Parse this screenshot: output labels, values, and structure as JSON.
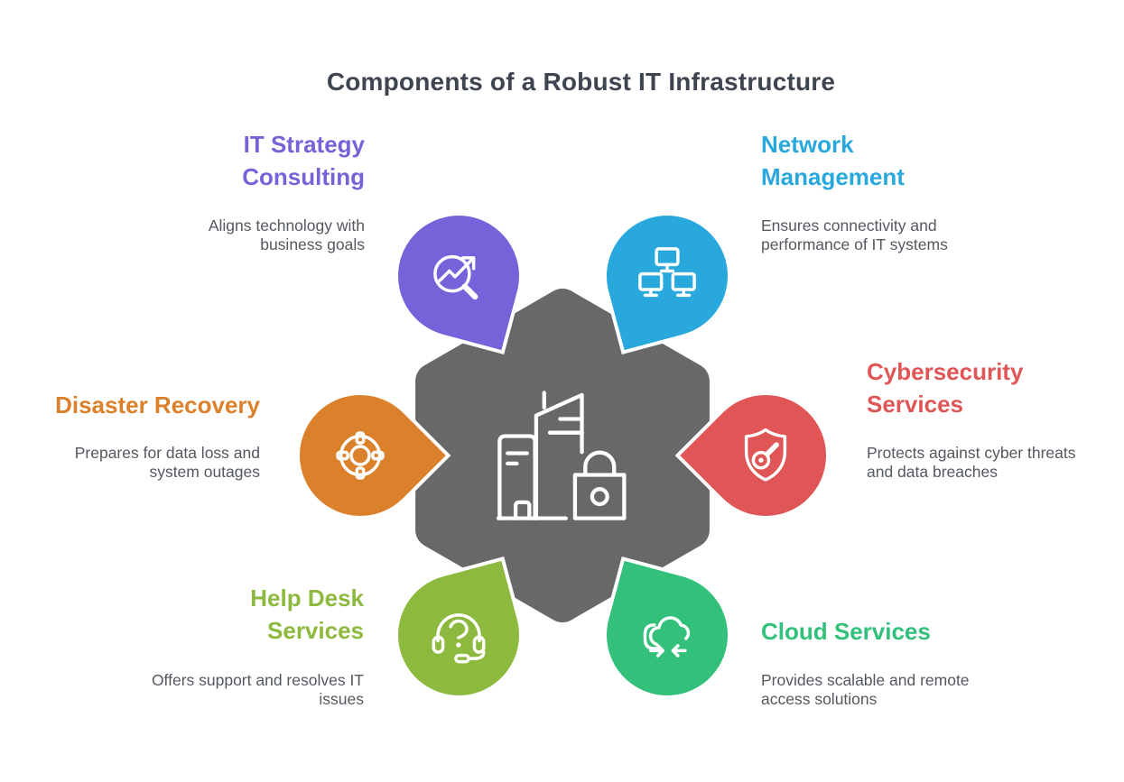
{
  "title": "Components of a Robust IT Infrastructure",
  "title_color": "#3F4550",
  "description_color": "#54585F",
  "center": {
    "icon": "city-lock-icon",
    "color": "#686868"
  },
  "items": [
    {
      "key": "it-strategy-consulting",
      "heading": "IT Strategy\nConsulting",
      "description": "Aligns technology with\nbusiness goals",
      "color": "#7763D9",
      "icon": "chart-search-icon",
      "position": "top-left"
    },
    {
      "key": "network-management",
      "heading": "Network\nManagement",
      "description": "Ensures connectivity and\nperformance of IT systems",
      "color": "#29A8DE",
      "icon": "network-monitors-icon",
      "position": "top-right"
    },
    {
      "key": "cybersecurity-services",
      "heading": "Cybersecurity\nServices",
      "description": "Protects against cyber threats\nand data breaches",
      "color": "#E05555",
      "icon": "shield-key-icon",
      "position": "right"
    },
    {
      "key": "cloud-services",
      "heading": "Cloud Services",
      "description": "Provides scalable and remote\naccess solutions",
      "color": "#33C07A",
      "icon": "cloud-sync-icon",
      "position": "bottom-right"
    },
    {
      "key": "help-desk-services",
      "heading": "Help Desk\nServices",
      "description": "Offers support and resolves IT\nissues",
      "color": "#8DB93F",
      "icon": "headset-question-icon",
      "position": "bottom-left"
    },
    {
      "key": "disaster-recovery",
      "heading": "Disaster Recovery",
      "description": "Prepares for data loss and\nsystem outages",
      "color": "#DB812C",
      "icon": "lifebuoy-icon",
      "position": "left"
    }
  ]
}
